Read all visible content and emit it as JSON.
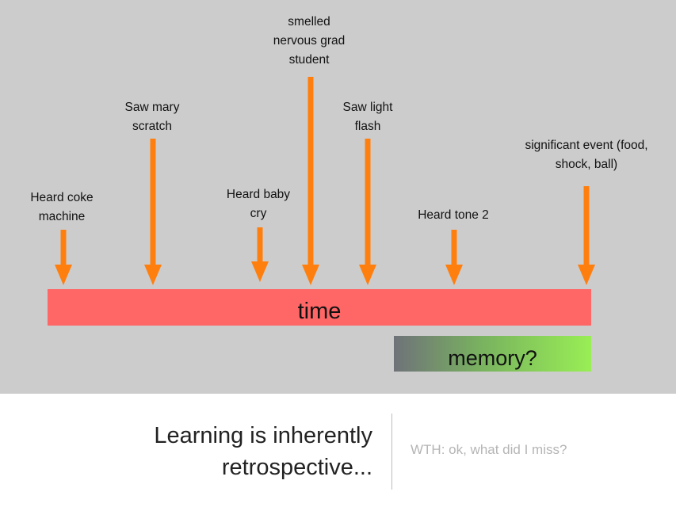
{
  "colors": {
    "background": "#cccccc",
    "arrow": "#ff7f0e",
    "time_bar": "#ff6666",
    "memory_start": "#6f7279",
    "memory_end": "#99ee55"
  },
  "events": [
    {
      "label": "Heard coke\nmachine"
    },
    {
      "label": "Saw mary\nscratch"
    },
    {
      "label": "Heard baby\ncry"
    },
    {
      "label": "smelled\nnervous grad\nstudent"
    },
    {
      "label": "Saw light\nflash"
    },
    {
      "label": "Heard tone 2"
    },
    {
      "label": "significant event (food,\nshock, ball)"
    }
  ],
  "time_label": "time",
  "memory_label": "memory?",
  "headline": "Learning is inherently\nretrospective...",
  "note": "WTH: ok, what did I miss?"
}
